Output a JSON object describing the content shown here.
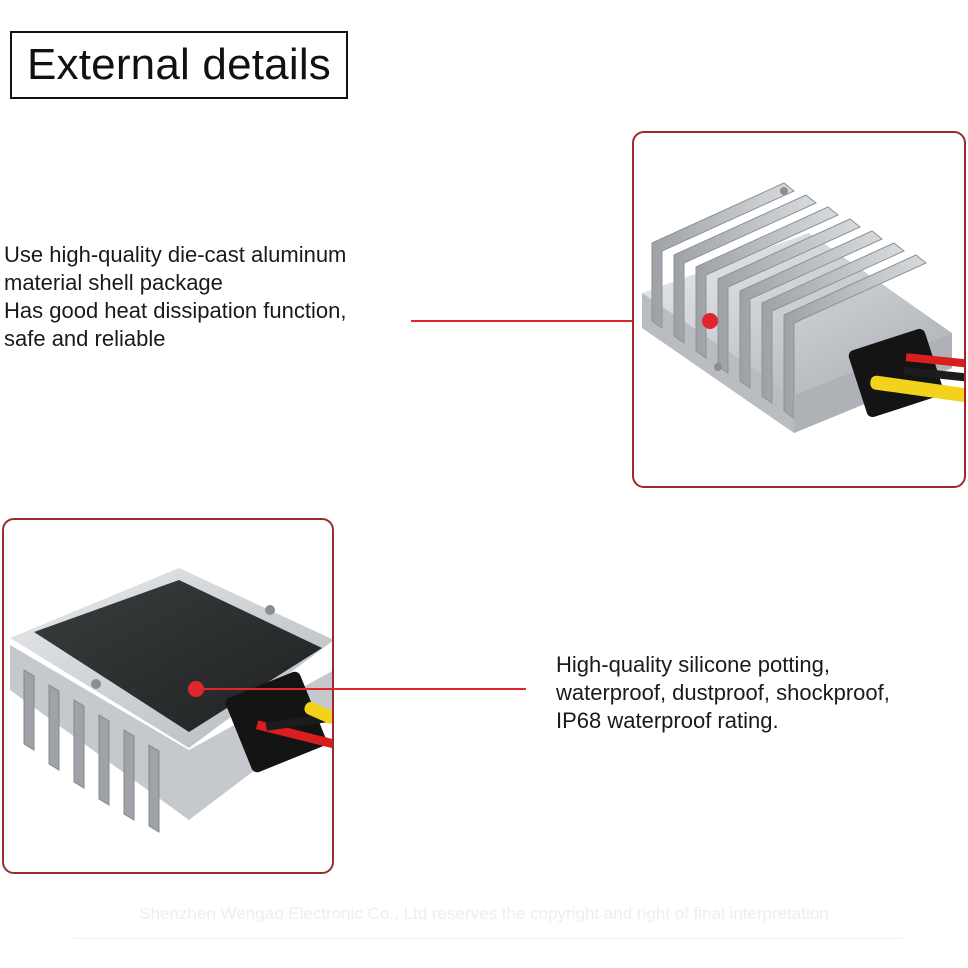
{
  "title": "External details",
  "feature_top": {
    "lines": [
      "Use high-quality die-cast aluminum",
      "material shell package",
      "Has good heat dissipation function,",
      "safe and reliable"
    ]
  },
  "feature_bottom": {
    "lines": [
      "High-quality silicone potting,",
      "waterproof, dustproof, shockproof,",
      "IP68 waterproof rating."
    ]
  },
  "watermark": "Shenzhen Wengao Electronic Co., Ltd reserves the copyright and right of final interpretation",
  "colors": {
    "callout": "#e0262c",
    "frame_border": "#9b2b2b",
    "aluminum": "#cfd2d5",
    "potting": "#2b2e2f"
  },
  "images": {
    "top": "aluminum-heatsink-shell-photo",
    "bottom": "silicone-potting-photo"
  }
}
